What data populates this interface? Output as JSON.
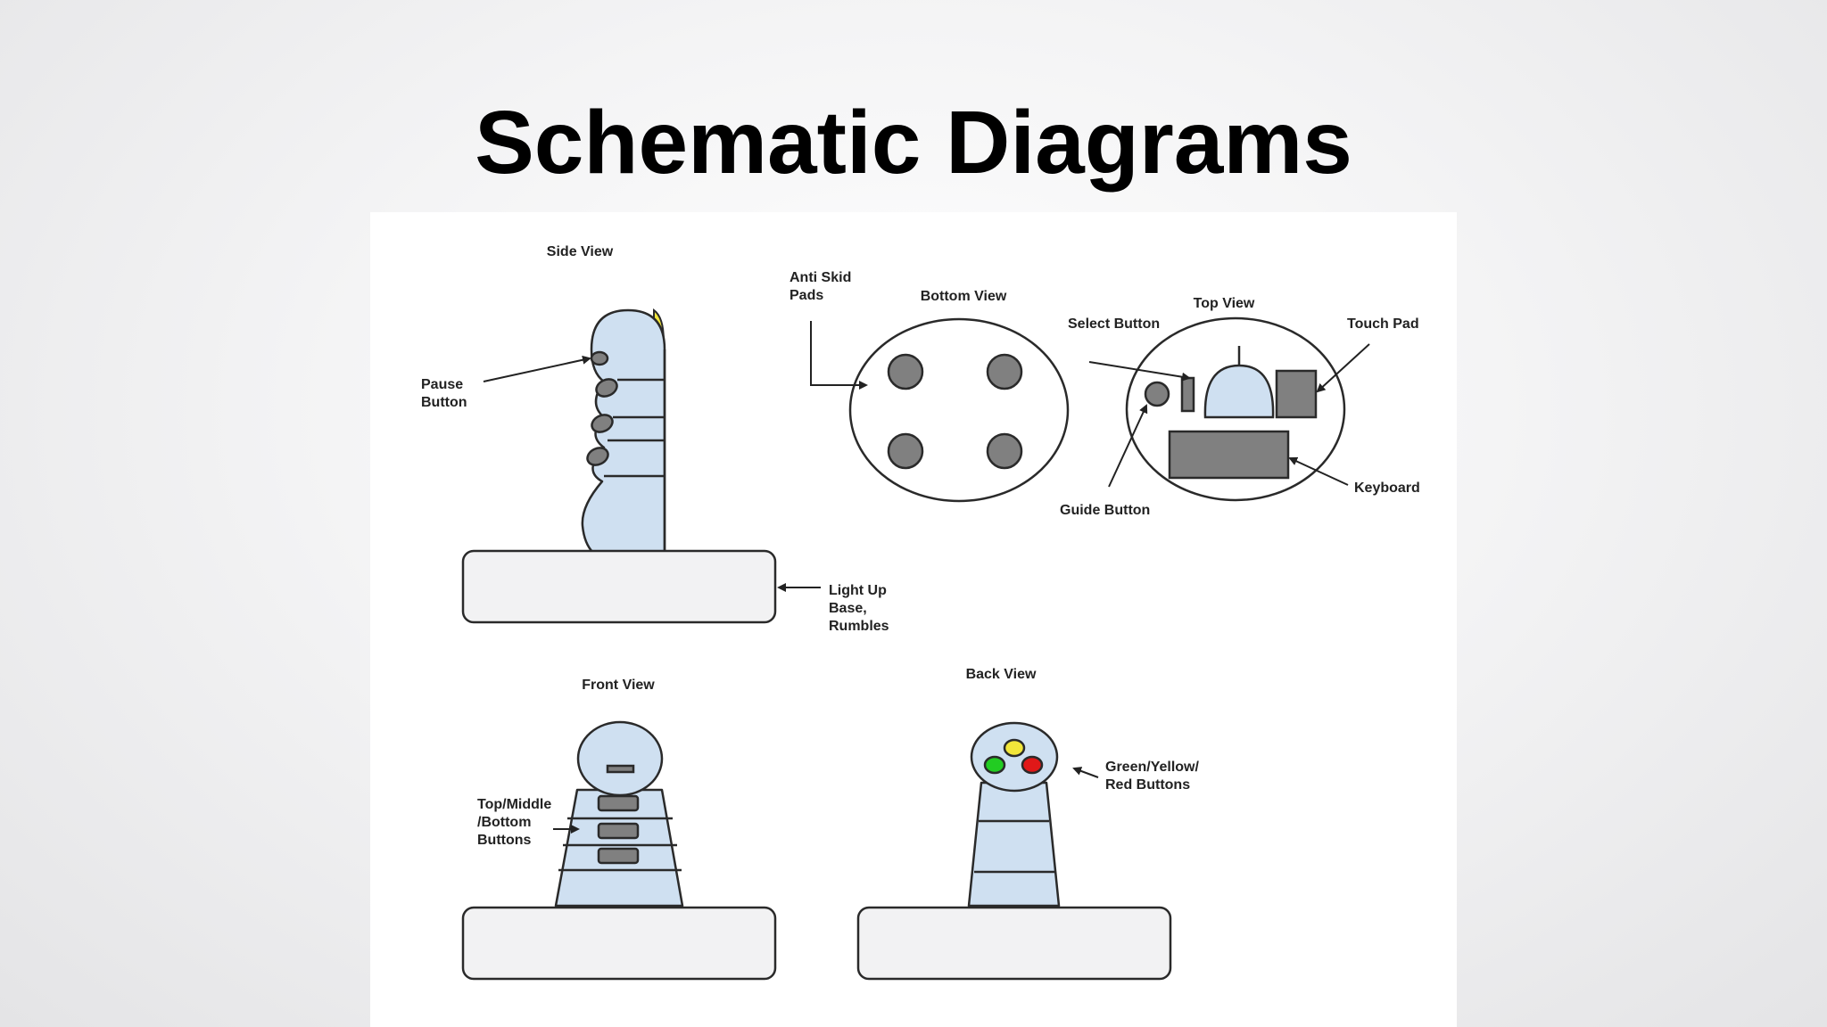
{
  "slide": {
    "title": "Schematic Diagrams"
  },
  "labels": {
    "side_view": "Side View",
    "pause_button": [
      "Pause",
      "Button"
    ],
    "anti_skid_pads": [
      "Anti Skid",
      "Pads"
    ],
    "bottom_view": "Bottom View",
    "top_view": "Top View",
    "select_button": "Select Button",
    "touch_pad": "Touch Pad",
    "keyboard": "Keyboard",
    "guide_button": "Guide Button",
    "light_up_base": [
      "Light Up",
      "Base,",
      "Rumbles"
    ],
    "front_view": "Front View",
    "back_view": "Back View",
    "top_middle_bottom_buttons": [
      "Top/Middle",
      "/Bottom",
      "Buttons"
    ],
    "green_yellow_red_buttons": [
      "Green/Yellow/",
      "Red Buttons"
    ]
  },
  "colors": {
    "body_fill": "#cfe0f1",
    "base_fill": "#f2f2f3",
    "button_gray": "#808080",
    "green": "#22cc22",
    "yellow": "#f2e63a",
    "red": "#e01818"
  }
}
